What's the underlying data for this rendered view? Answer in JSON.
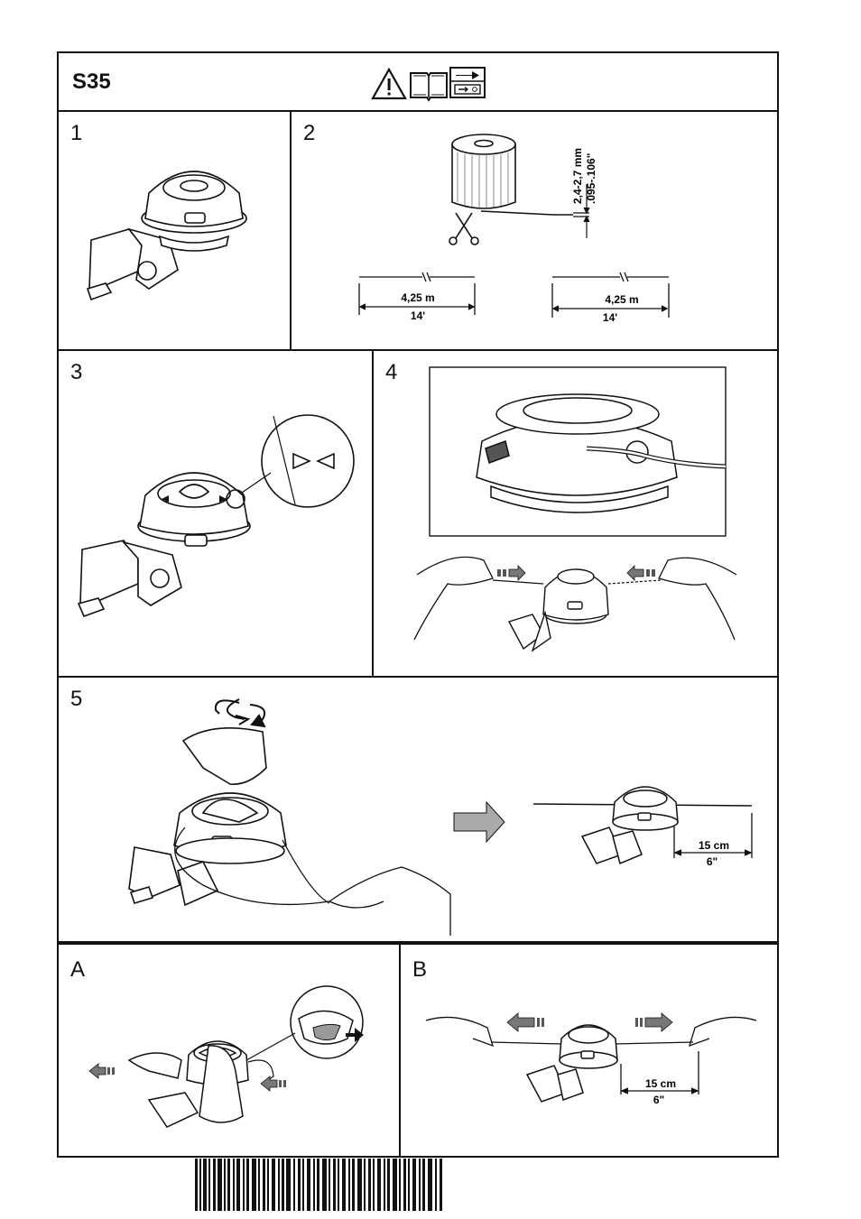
{
  "header": {
    "model": "S35",
    "icons": [
      "warning-triangle-icon",
      "open-manual-icon",
      "refer-arrow-icon"
    ]
  },
  "steps": {
    "s1": "1",
    "s2": "2",
    "s3": "3",
    "s4": "4",
    "s5": "5",
    "sA": "A",
    "sB": "B"
  },
  "step2": {
    "diameter_mm": "2,4-2,7 mm",
    "diameter_in": ".095-.106\"",
    "length_left_m": "4,25 m",
    "length_left_ft": "14'",
    "length_right_m": "4,25 m",
    "length_right_ft": "14'"
  },
  "step5": {
    "len_cm": "15 cm",
    "len_in": "6\""
  },
  "stepB": {
    "len_cm": "15 cm",
    "len_in": "6\""
  }
}
